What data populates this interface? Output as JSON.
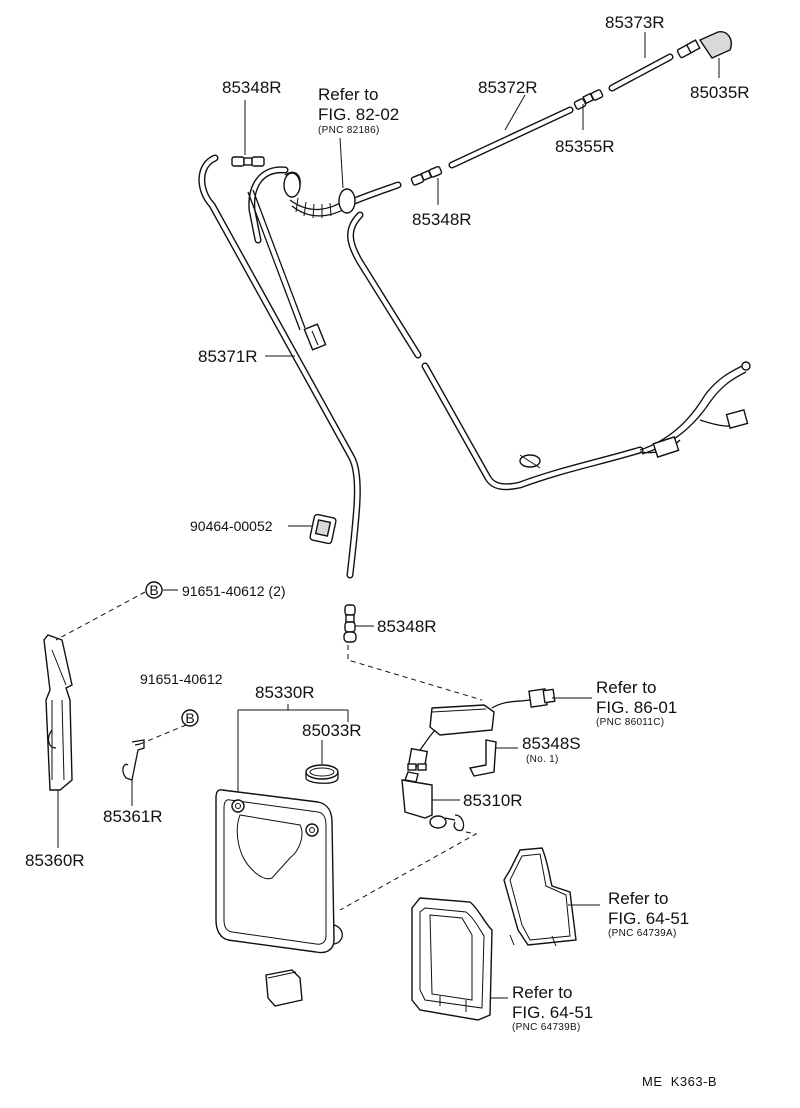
{
  "labels": {
    "p85373R": "85373R",
    "p85035R": "85035R",
    "p85348R_top": "85348R",
    "p85372R": "85372R",
    "p85355R": "85355R",
    "p85348R_mid": "85348R",
    "p85371R": "85371R",
    "p90464": "90464-00052",
    "p91651_2": "91651-40612 (2)",
    "p85348R_low": "85348R",
    "p91651": "91651-40612",
    "p85330R": "85330R",
    "p85033R": "85033R",
    "p85348S": "85348S",
    "p85348S_note": "(No. 1)",
    "p85361R": "85361R",
    "p85310R": "85310R",
    "p85360R": "85360R",
    "clip_mark": "B",
    "doc_code": "ME  K363-B"
  },
  "refs": {
    "fig8202": {
      "line1": "Refer to",
      "line2": "FIG. 82-02",
      "line3": "(PNC 82186)"
    },
    "fig8601": {
      "line1": "Refer to",
      "line2": "FIG. 86-01",
      "line3": "(PNC 86011C)"
    },
    "fig6451a": {
      "line1": "Refer to",
      "line2": "FIG. 64-51",
      "line3": "(PNC 64739A)"
    },
    "fig6451b": {
      "line1": "Refer to",
      "line2": "FIG. 64-51",
      "line3": "(PNC 64739B)"
    }
  }
}
